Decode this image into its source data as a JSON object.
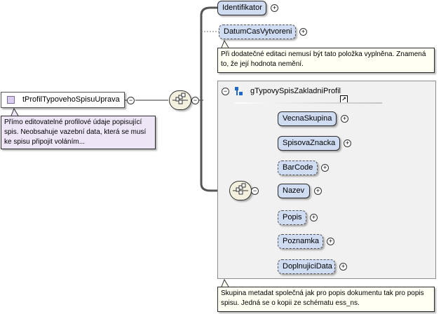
{
  "root": {
    "label": "tProfilTypovehoSpisuUprava"
  },
  "root_note": "Přímo editovatelné profilové údaje popisující spis. Neobsahuje vazební data, která se musí ke spisu připojit voláním...",
  "top_elements": [
    {
      "label": "Identifikator",
      "optional": false
    },
    {
      "label": "DatumCasVytvoreni",
      "optional": true
    }
  ],
  "datum_note": "Při dodatečné editaci nemusí být tato položka vyplněna. Znamená to, že její hodnota nemění.",
  "group": {
    "title": "gTypovySpisZakladniProfil",
    "elements": [
      {
        "label": "VecnaSkupina",
        "optional": false
      },
      {
        "label": "SpisovaZnacka",
        "optional": false
      },
      {
        "label": "BarCode",
        "optional": true
      },
      {
        "label": "Nazev",
        "optional": false
      },
      {
        "label": "Popis",
        "optional": true
      },
      {
        "label": "Poznamka",
        "optional": true
      },
      {
        "label": "DoplnujiciData",
        "optional": true
      }
    ],
    "note": "Skupina metadat společná jak pro popis dokumentu tak pro popis spisu. Jedná se o kopii ze schématu ess_ns."
  },
  "colors": {
    "element_fill": "#cfdcf2",
    "note_fill": "#fffff3",
    "group_fill": "#f1f1f1",
    "root_icon": "#d9cdf0"
  },
  "icons": {
    "expand": "+",
    "collapse": "−",
    "sequence": "sequence-compositor-icon",
    "group": "group-icon",
    "link": "↗"
  }
}
